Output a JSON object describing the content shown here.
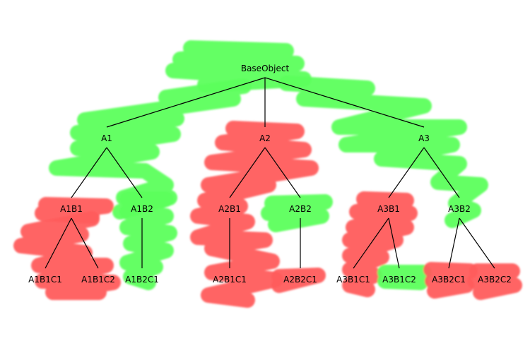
{
  "colors": {
    "green": "#5cff5c",
    "red": "#ff5c5c",
    "edge": "#000000",
    "background": "#ffffff"
  },
  "tree": {
    "nodes": [
      {
        "id": "BaseObject",
        "label": "BaseObject",
        "highlight": "green",
        "parent": null
      },
      {
        "id": "A1",
        "label": "A1",
        "highlight": "green",
        "parent": "BaseObject"
      },
      {
        "id": "A2",
        "label": "A2",
        "highlight": "red",
        "parent": "BaseObject"
      },
      {
        "id": "A3",
        "label": "A3",
        "highlight": "green",
        "parent": "BaseObject"
      },
      {
        "id": "A1B1",
        "label": "A1B1",
        "highlight": "red",
        "parent": "A1"
      },
      {
        "id": "A1B2",
        "label": "A1B2",
        "highlight": "green",
        "parent": "A1"
      },
      {
        "id": "A2B1",
        "label": "A2B1",
        "highlight": "red",
        "parent": "A2"
      },
      {
        "id": "A2B2",
        "label": "A2B2",
        "highlight": "green",
        "parent": "A2"
      },
      {
        "id": "A3B1",
        "label": "A3B1",
        "highlight": "red",
        "parent": "A3"
      },
      {
        "id": "A3B2",
        "label": "A3B2",
        "highlight": "green",
        "parent": "A3"
      },
      {
        "id": "A1B1C1",
        "label": "A1B1C1",
        "highlight": "red",
        "parent": "A1B1"
      },
      {
        "id": "A1B1C2",
        "label": "A1B1C2",
        "highlight": "red",
        "parent": "A1B1"
      },
      {
        "id": "A1B2C1",
        "label": "A1B2C1",
        "highlight": "green",
        "parent": "A1B2"
      },
      {
        "id": "A2B1C1",
        "label": "A2B1C1",
        "highlight": "red",
        "parent": "A2B1"
      },
      {
        "id": "A2B2C1",
        "label": "A2B2C1",
        "highlight": "red",
        "parent": "A2B2"
      },
      {
        "id": "A3B1C1",
        "label": "A3B1C1",
        "highlight": "red",
        "parent": "A3B1"
      },
      {
        "id": "A3B1C2",
        "label": "A3B1C2",
        "highlight": "green",
        "parent": "A3B1"
      },
      {
        "id": "A3B2C1",
        "label": "A3B2C1",
        "highlight": "red",
        "parent": "A3B2"
      },
      {
        "id": "A3B2C2",
        "label": "A3B2C2",
        "highlight": "red",
        "parent": "A3B2"
      }
    ]
  }
}
